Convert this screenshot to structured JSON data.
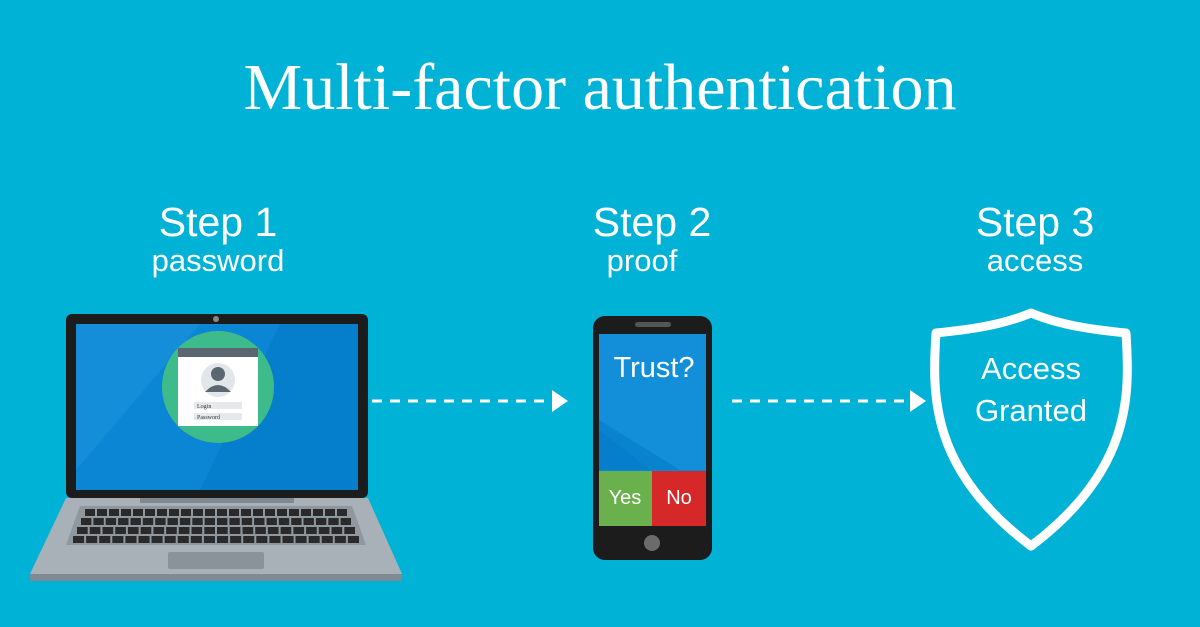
{
  "title": "Multi-factor authentication",
  "steps": [
    {
      "title": "Step 1",
      "subtitle": "password"
    },
    {
      "title": "Step 2",
      "subtitle": "proof"
    },
    {
      "title": "Step 3",
      "subtitle": "access"
    }
  ],
  "laptop": {
    "login_label": "Login",
    "password_label": "Password"
  },
  "phone": {
    "prompt": "Trust?",
    "yes_label": "Yes",
    "no_label": "No"
  },
  "shield": {
    "line1": "Access",
    "line2": "Granted"
  },
  "colors": {
    "background": "#00b2d6",
    "screen_blue": "#0a86d4",
    "login_circle": "#3dbb8a",
    "yes_green": "#6ab04c",
    "no_red": "#d62828"
  }
}
